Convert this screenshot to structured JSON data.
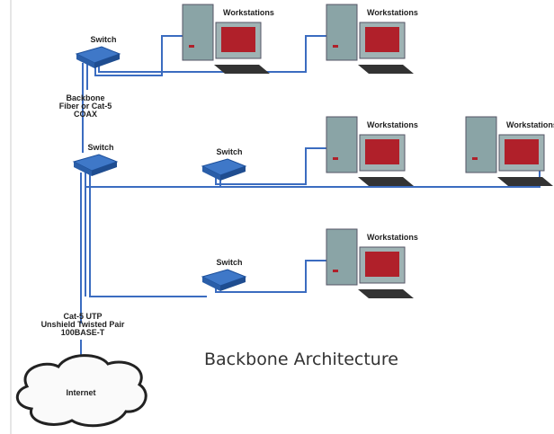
{
  "caption": "Backbone Architecture",
  "labels": {
    "switch": "Switch",
    "workstations": "Workstations",
    "backbone": [
      "Backbone",
      "Fiber or Cat-5",
      "COAX"
    ],
    "utp": [
      "Cat-5 UTP",
      "Unshield Twisted Pair",
      "100BASE-T"
    ],
    "internet": "Internet"
  },
  "colors": {
    "cable": "#3b6cc0",
    "switch": "#3f78c8",
    "tower": "#8aa4a6",
    "screen": "#b0202a"
  }
}
